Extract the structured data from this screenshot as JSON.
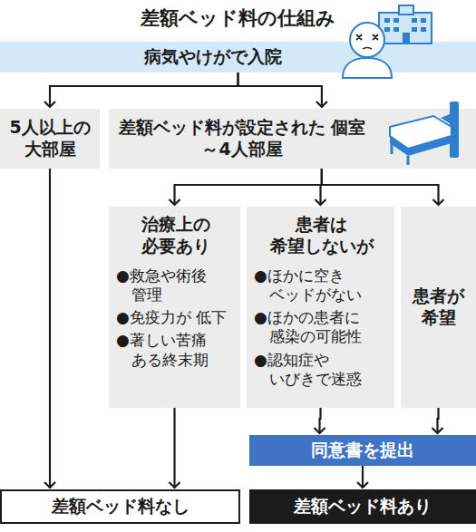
{
  "diagram": {
    "title": "差額ベッド料の仕組み",
    "nodes": [
      {
        "text": [
          "病気やけがで入院"
        ]
      },
      {
        "text": [
          "5人以上の 大部屋"
        ]
      },
      {
        "text": [
          "差額ベッド料が設定された 個室～4人部屋"
        ]
      },
      {
        "text": [
          "治療上の 必要あり",
          "●救急や術後 管理",
          "●免疫力が 低下",
          "●著しい苦痛 ある終末期"
        ]
      },
      {
        "text": [
          "患者は 希望しないが",
          "●ほかに空き ベッドがない",
          "●ほかの患者に 感染の可能性",
          "●認知症や いびきで迷惑"
        ]
      },
      {
        "text": [
          "患者が 希望"
        ]
      },
      {
        "text": [
          "同意書を提出"
        ]
      },
      {
        "text": [
          "差額ベッド料なし"
        ]
      },
      {
        "text": [
          "差額ベッド料あり"
        ]
      }
    ],
    "edges": [
      {
        "from": 0,
        "to": 1,
        "arrow": "to"
      },
      {
        "from": 0,
        "to": 2,
        "arrow": "to"
      },
      {
        "from": 2,
        "to": 3,
        "arrow": "to"
      },
      {
        "from": 2,
        "to": 4,
        "arrow": "to"
      },
      {
        "from": 2,
        "to": 5,
        "arrow": "to"
      },
      {
        "from": 1,
        "to": 7,
        "arrow": "to"
      },
      {
        "from": 3,
        "to": 7,
        "arrow": "to"
      },
      {
        "from": 4,
        "to": 6,
        "arrow": "to"
      },
      {
        "from": 5,
        "to": 6,
        "arrow": "to"
      },
      {
        "from": 6,
        "to": 8,
        "arrow": "to"
      }
    ]
  }
}
